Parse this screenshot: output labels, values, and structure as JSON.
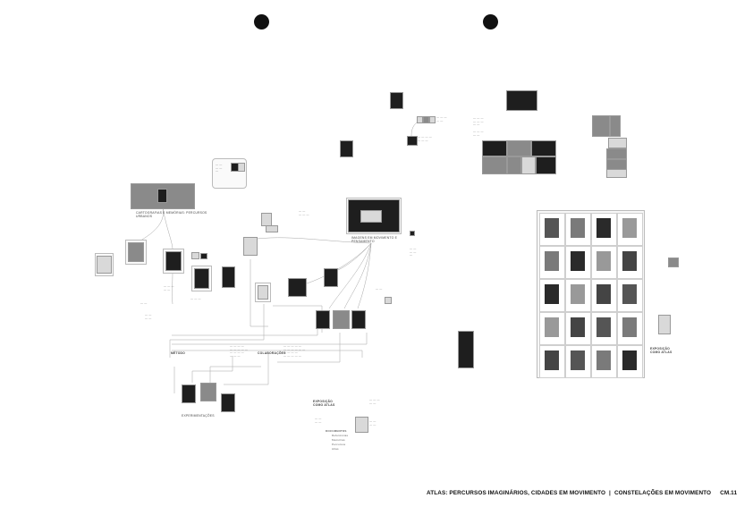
{
  "footer": {
    "title": "ATLAS: PERCURSOS IMAGINÁRIOS, CIDADES EM MOVIMENTO",
    "separator": "|",
    "section": "CONSTELAÇÕES EM MOVIMENTO",
    "page": "CM.11"
  },
  "labels": {
    "map_caption": "CARTOGRAFIAS E MEMÓRIAS: PERCURSOS URBANOS",
    "collage_caption": "IMAGENS EM MOVIMENTO E PENSAMENTO",
    "node_left": "MÉTODO",
    "node_center": "COLABORAÇÕES",
    "node_bottom": "EXPERIMENTAÇÕES",
    "exhibit_title": "EXPOSIÇÃO COMO ATLAS",
    "exhibit_title_right": "EXPOSIÇÃO COMO ATLAS",
    "doc_list": [
      "DOCUMENTOS",
      "Referências",
      "Memórias",
      "Percursos",
      "Atlas"
    ]
  },
  "colors": {
    "ink": "#111111",
    "line": "#9a9a9a",
    "thumb_dark": "#1e1e1e",
    "thumb_mid": "#8a8a8a"
  }
}
